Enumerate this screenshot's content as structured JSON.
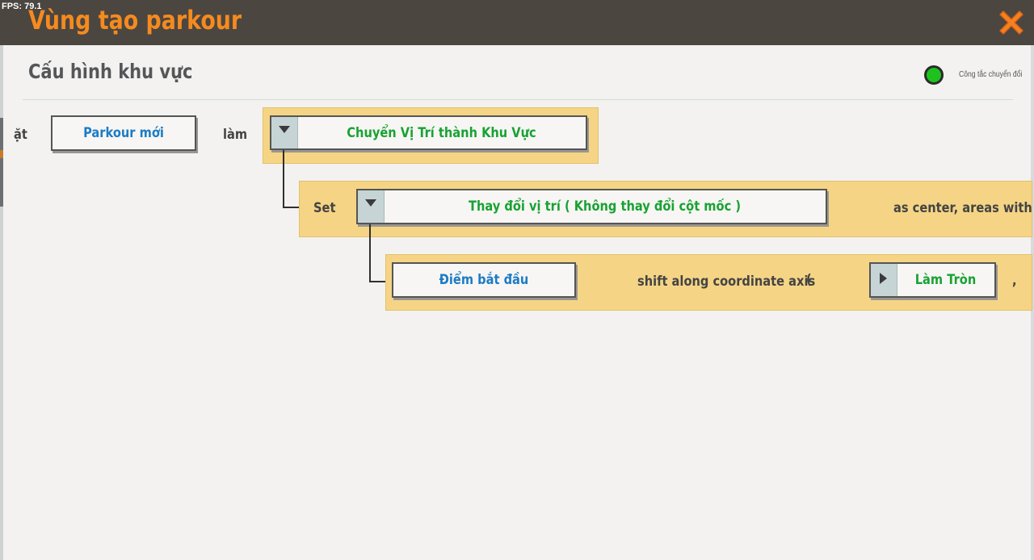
{
  "overlay": {
    "fps": "FPS: 79.1"
  },
  "window": {
    "title": "Vùng tạo parkour",
    "close_icon": "close-x-icon",
    "accent": "#f58a1f"
  },
  "panel": {
    "title": "Cấu hình khu vực",
    "toggle": {
      "label": "Công tắc chuyển đổi",
      "color": "#1ec21e"
    }
  },
  "blocks": {
    "row1": {
      "prefix": "ặt",
      "target_button": "Parkour mới",
      "connector": "làm",
      "action_dropdown": "Chuyển Vị Trí thành Khu Vực"
    },
    "row2": {
      "prefix": "Set",
      "dropdown": "Thay đổi vị trí ( Không thay đổi cột mốc )",
      "suffix": "as center, areas with"
    },
    "row3": {
      "point_button": "Điểm bắt đầu",
      "middle_text": "shift along coordinate axis",
      "open_paren": "(",
      "round_dropdown": "Làm Tròn",
      "comma": ","
    }
  },
  "colors": {
    "block_bg": "#f5d585",
    "label_blue": "#1d7cc4",
    "label_green": "#19a233"
  }
}
